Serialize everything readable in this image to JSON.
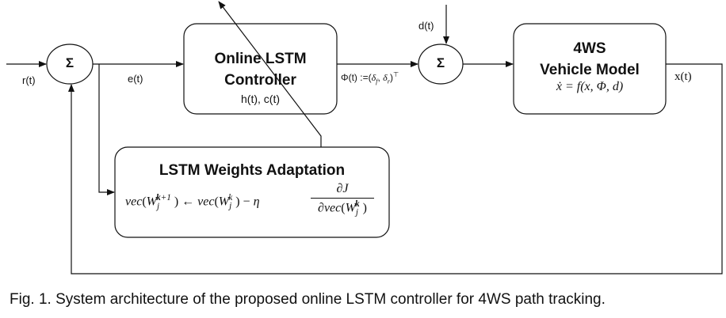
{
  "nodes": {
    "sum_left": {
      "symbol": "Σ"
    },
    "sum_right": {
      "symbol": "Σ"
    },
    "controller": {
      "title_line1": "Online LSTM",
      "title_line2": "Controller",
      "states": "h(t), c(t)"
    },
    "vehicle": {
      "title_line1": "4WS",
      "title_line2": "Vehicle Model",
      "equation": "ẋ = f(x, Φ, d)"
    },
    "adaptation": {
      "title": "LSTM Weights Adaptation"
    }
  },
  "signals": {
    "reference": "r(t)",
    "error": "e(t)",
    "control": "Φ(t) :=(δf, δr)⊤",
    "disturbance": "d(t)",
    "state": "x(t)"
  },
  "caption": "Fig. 1. System architecture of the proposed online LSTM controller for 4WS path tracking."
}
